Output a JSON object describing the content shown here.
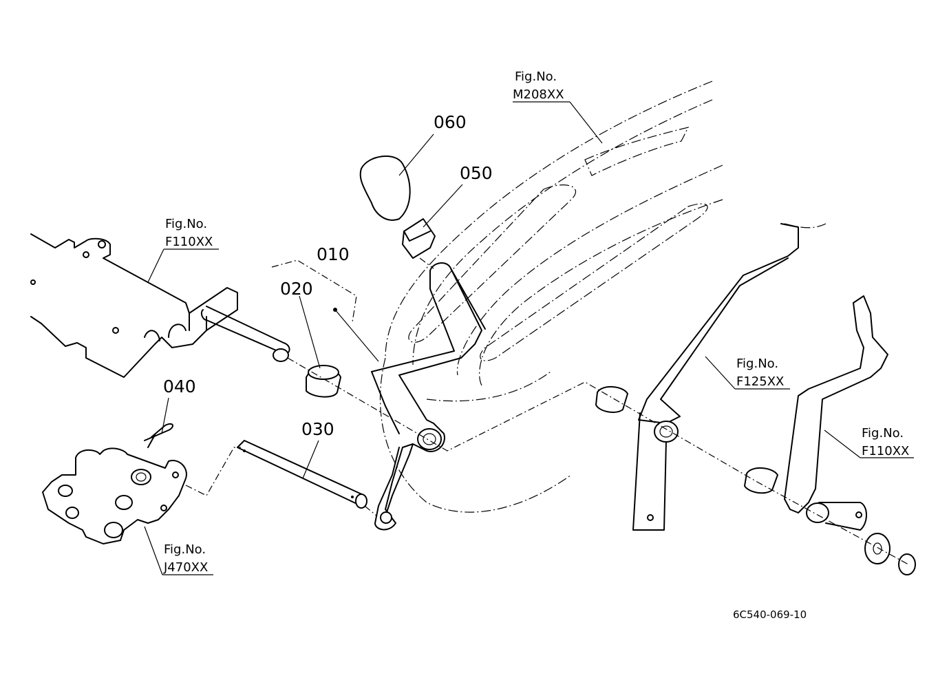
{
  "parts": [
    {
      "id": "part-010",
      "number": "010"
    },
    {
      "id": "part-020",
      "number": "020"
    },
    {
      "id": "part-030",
      "number": "030"
    },
    {
      "id": "part-040",
      "number": "040"
    },
    {
      "id": "part-050",
      "number": "050"
    },
    {
      "id": "part-060",
      "number": "060"
    }
  ],
  "figure_refs": [
    {
      "id": "ref-m208",
      "line1": "Fig.No.",
      "line2": "M208XX"
    },
    {
      "id": "ref-f110-left",
      "line1": "Fig.No.",
      "line2": "F110XX"
    },
    {
      "id": "ref-f125",
      "line1": "Fig.No.",
      "line2": "F125XX"
    },
    {
      "id": "ref-f110-right",
      "line1": "Fig.No.",
      "line2": "F110XX"
    },
    {
      "id": "ref-j470",
      "line1": "Fig.No.",
      "line2": "J470XX"
    }
  ],
  "drawing_code": "6C540-069-10"
}
